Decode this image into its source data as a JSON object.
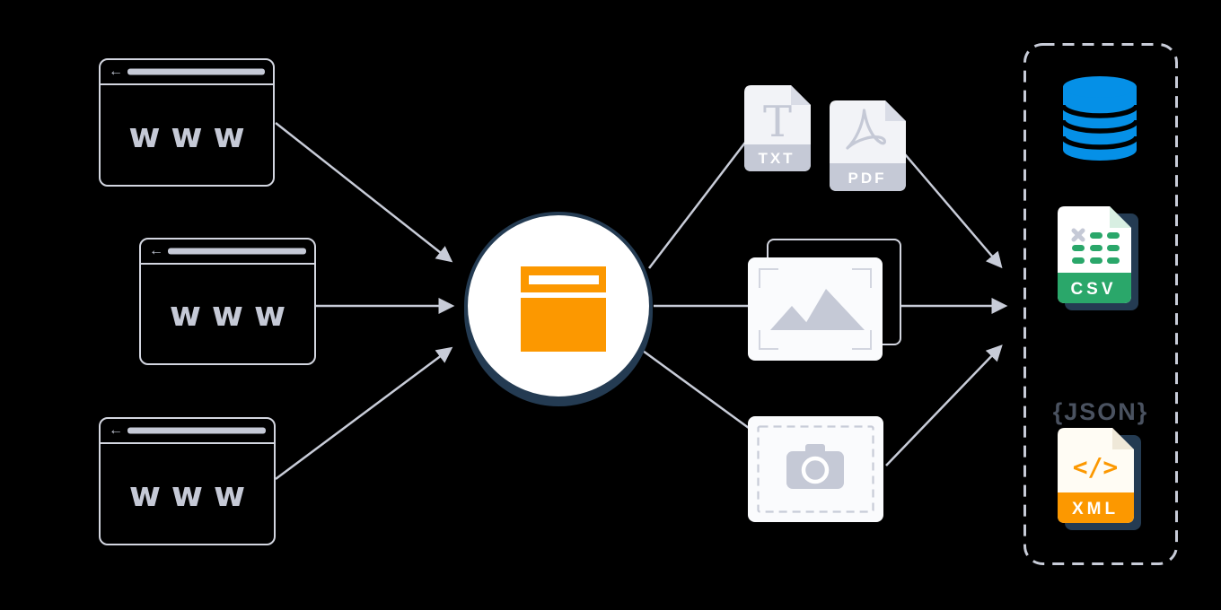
{
  "sources": {
    "browsers": [
      {
        "label": "www"
      },
      {
        "label": "www"
      },
      {
        "label": "www"
      }
    ],
    "back_arrow": "←"
  },
  "extraction": {
    "txt": {
      "label": "TXT",
      "glyph": "T"
    },
    "pdf": {
      "label": "PDF"
    }
  },
  "outputs": {
    "csv": {
      "label": "CSV"
    },
    "json_label": "{JSON}",
    "xml": {
      "label": "XML",
      "glyph": "</>"
    }
  },
  "colors": {
    "orange": "#FC9800",
    "blue": "#0590E7",
    "green": "#2AA76A",
    "navy": "#243B52",
    "line": "#C8CCD8",
    "glyph_gray": "#C5C9D6",
    "outline_gray": "#D3D6E0",
    "slate_text": "#4A5260"
  }
}
